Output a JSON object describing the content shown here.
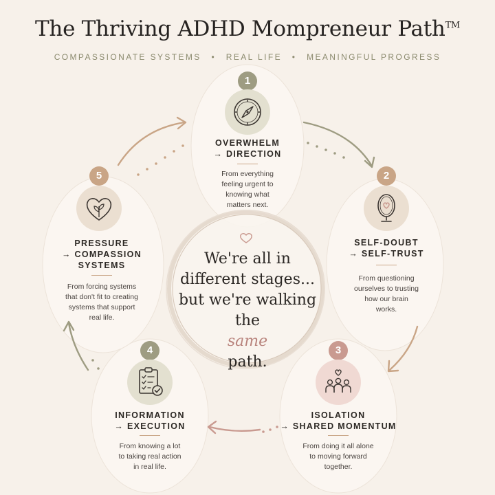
{
  "header": {
    "title": "The Thriving ADHD Mompreneur Path",
    "trademark": "TM",
    "tagline": [
      "COMPASSIONATE SYSTEMS",
      "REAL LIFE",
      "MEANINGFUL PROGRESS"
    ],
    "tagline_separator": "•"
  },
  "colors": {
    "background": "#f7f1ea",
    "sage": "#9e9c82",
    "tan": "#c9a586",
    "rose": "#c99a90",
    "icon_tan_bg": "#ebdfd1",
    "icon_rose_bg": "#f0d9d3",
    "icon_sage_bg": "#e3e0d0"
  },
  "stages": [
    {
      "number": "1",
      "title_line1": "OVERWHELM",
      "title_line2": "→ DIRECTION",
      "title_line3": "",
      "description": [
        "From everything",
        "feeling urgent to",
        "knowing what",
        "matters next."
      ],
      "icon": "compass-icon",
      "badge_color": "#9e9c82"
    },
    {
      "number": "2",
      "title_line1": "SELF-DOUBT",
      "title_line2": "→ SELF-TRUST",
      "title_line3": "",
      "description": [
        "From questioning",
        "ourselves to trusting",
        "how our brain",
        "works."
      ],
      "icon": "mirror-heart-icon",
      "badge_color": "#c9a586"
    },
    {
      "number": "3",
      "title_line1": "ISOLATION",
      "title_line2": "→ SHARED MOMENTUM",
      "title_line3": "",
      "description": [
        "From doing it all alone",
        "to moving forward",
        "together."
      ],
      "icon": "group-heart-icon",
      "badge_color": "#c99a90"
    },
    {
      "number": "4",
      "title_line1": "INFORMATION",
      "title_line2": "→ EXECUTION",
      "title_line3": "",
      "description": [
        "From knowing a lot",
        "to taking real action",
        "in real life."
      ],
      "icon": "checklist-icon",
      "badge_color": "#9e9c82"
    },
    {
      "number": "5",
      "title_line1": "PRESSURE",
      "title_line2": "→ COMPASSION",
      "title_line3": "SYSTEMS",
      "description": [
        "From forcing systems",
        "that don't fit to creating",
        "systems that support",
        "real life."
      ],
      "icon": "heart-leaf-icon",
      "badge_color": "#c9a586"
    }
  ],
  "center": {
    "line1": "We're all in",
    "line2": "different stages...",
    "line3": "but we're walking",
    "line4_pre": "the",
    "line4_highlight": "same",
    "line4_post": "path.",
    "icon": "heart-outline-icon"
  }
}
